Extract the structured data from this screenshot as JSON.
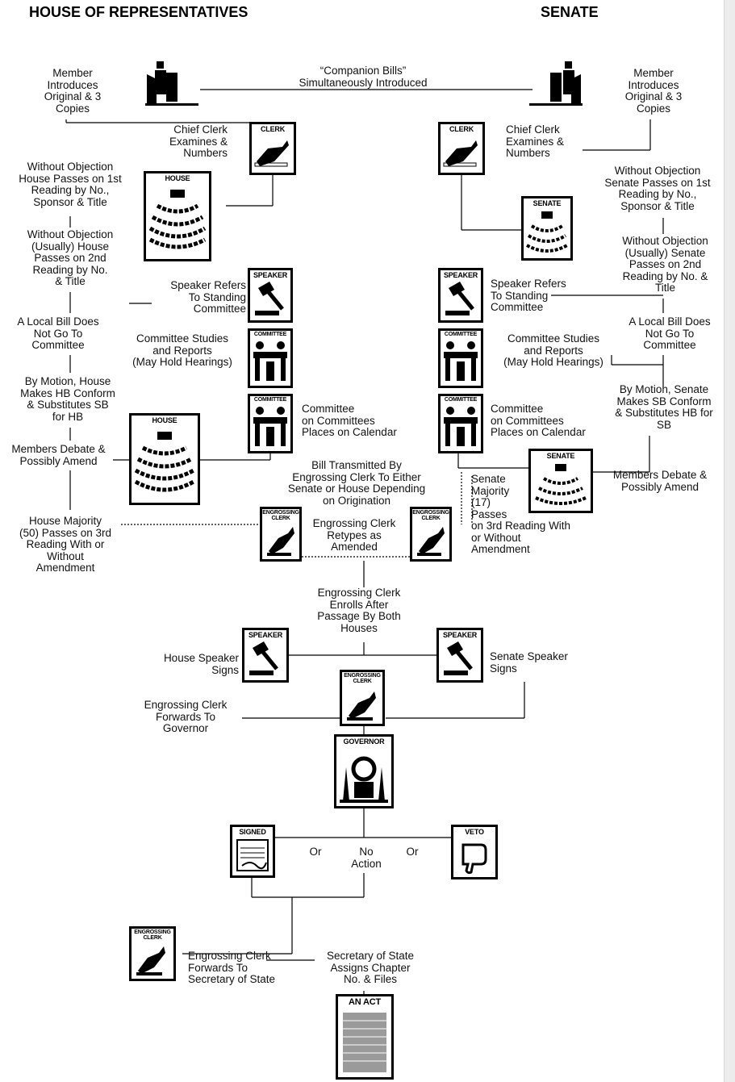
{
  "headers": {
    "house": "HOUSE OF REPRESENTATIVES",
    "senate": "SENATE"
  },
  "companion": "“Companion Bills”\nSimultaneously Introduced",
  "house": {
    "member_introduces": "Member\nIntroduces\nOriginal & 3\nCopies",
    "chief_clerk": "Chief Clerk\nExamines &\nNumbers",
    "first_reading": "Without Objection\nHouse Passes on 1st\nReading by No.,\nSponsor & Title",
    "second_reading": "Without Objection\n(Usually) House\nPasses on 2nd\nReading by No.\n& Title",
    "speaker_refers": "Speaker Refers\nTo Standing\nCommittee",
    "local_bill": "A Local Bill Does\nNot Go To\nCommittee",
    "committee_studies": "Committee Studies\nand Reports\n(May Hold Hearings)",
    "by_motion": "By Motion, House\nMakes HB Conform\n& Substitutes SB\nfor HB",
    "committee_calendar": "Committee\non Committees\nPlaces on Calendar",
    "debate": "Members Debate &\nPossibly Amend",
    "majority": "House Majority\n(50) Passes on 3rd\nReading With or\nWithout\nAmendment"
  },
  "senate": {
    "member_introduces": "Member\nIntroduces\nOriginal & 3\nCopies",
    "chief_clerk": "Chief Clerk\nExamines &\nNumbers",
    "first_reading": "Without Objection\nSenate Passes on 1st\nReading by No.,\nSponsor & Title",
    "second_reading": "Without Objection\n(Usually) Senate\nPasses on 2nd\nReading by No. &\nTitle",
    "speaker_refers": "Speaker Refers\nTo Standing\nCommittee",
    "local_bill": "A Local Bill Does\nNot Go To\nCommittee",
    "committee_studies": "Committee Studies\nand Reports\n(May Hold Hearings)",
    "by_motion": "By Motion, Senate\nMakes SB Conform\n& Substitutes HB for\nSB",
    "committee_calendar": "Committee\non Committees\nPlaces on Calendar",
    "debate": "Members Debate &\nPossibly Amend",
    "majority": "Senate\nMajority\n(17)\nPasses\non 3rd Reading With\nor Without\nAmendment"
  },
  "common": {
    "transmitted": "Bill Transmitted By\nEngrossing Clerk To Either\nSenate or House Depending\non Origination",
    "retypes": "Engrossing Clerk\nRetypes as\nAmended",
    "enrolls": "Engrossing Clerk\nEnrolls After\nPassage By Both\nHouses",
    "house_speaker_signs": "House Speaker\nSigns",
    "senate_speaker_signs": "Senate Speaker\nSigns",
    "forwards_governor": "Engrossing Clerk\nForwards To\nGovernor",
    "or1": "Or",
    "no_action": "No\nAction",
    "or2": "Or",
    "forwards_secretary": "Engrossing Clerk\nForwards To\nSecretary of State",
    "secretary_assigns": "Secretary of State\nAssigns Chapter\nNo. & Files"
  },
  "icon_labels": {
    "clerk": "CLERK",
    "house": "HOUSE",
    "senate": "SENATE",
    "speaker": "SPEAKER",
    "committee": "COMMITTEE",
    "engrossing": "ENGROSSING\nCLERK",
    "governor": "GOVERNOR",
    "signed": "SIGNED",
    "veto": "VETO",
    "act": "AN ACT"
  }
}
